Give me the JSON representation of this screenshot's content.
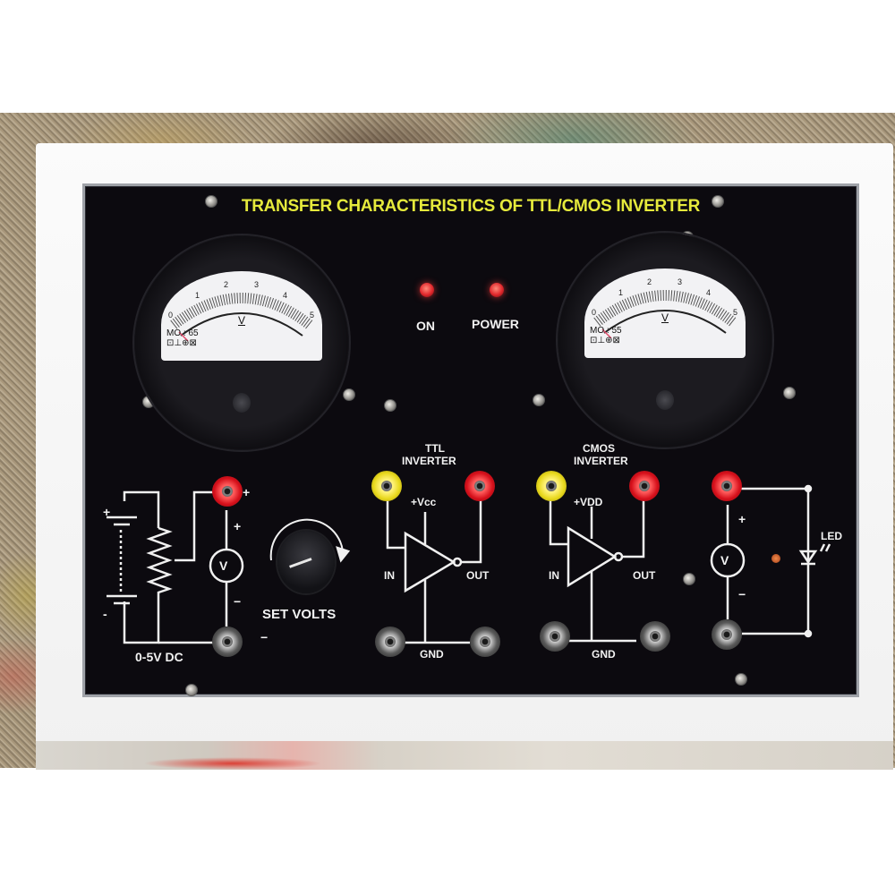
{
  "panel": {
    "title": "TRANSFER CHARACTERISTICS OF TTL/CMOS INVERTER",
    "title_color": "#e6ea3c",
    "background_color": "#0c0a0f"
  },
  "indicators": {
    "on_label": "ON",
    "power_label": "POWER",
    "led_color": "#e0262b"
  },
  "meters": [
    {
      "id": "left",
      "scale": [
        "0",
        "1",
        "2",
        "3",
        "4",
        "5"
      ],
      "unit": "V",
      "model": "MO : 65",
      "marking": "⊡⊥⊕⊠"
    },
    {
      "id": "right",
      "scale": [
        "0",
        "1",
        "2",
        "3",
        "4",
        "5"
      ],
      "unit": "V",
      "model": "MO : 55",
      "marking": "⊡⊥⊕⊠"
    }
  ],
  "supply_section": {
    "plus_top": "+",
    "plus_meter": "+",
    "minus_meter": "−",
    "minus_bottom": "−",
    "battery_plus": "+",
    "battery_minus": "-",
    "voltmeter_symbol": "V",
    "range_label": "0-5V DC",
    "knob_label": "SET VOLTS"
  },
  "ttl_section": {
    "title_line1": "TTL",
    "title_line2": "INVERTER",
    "supply_label": "+Vcc",
    "in_label": "IN",
    "out_label": "OUT",
    "gnd_label": "GND"
  },
  "cmos_section": {
    "title_line1": "CMOS",
    "title_line2": "INVERTER",
    "supply_label": "+VDD",
    "in_label": "IN",
    "out_label": "OUT",
    "gnd_label": "GND"
  },
  "output_section": {
    "plus": "+",
    "minus": "−",
    "voltmeter_symbol": "V",
    "led_label": "LED"
  }
}
